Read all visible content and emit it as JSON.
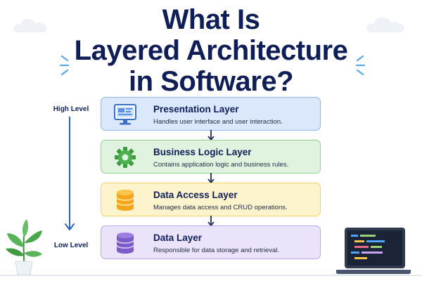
{
  "title": {
    "line1": "What Is",
    "line2": "Layered Architecture",
    "line3": "in Software?"
  },
  "levels": {
    "high": "High Level",
    "low": "Low Level"
  },
  "layers": [
    {
      "name": "Presentation Layer",
      "description": "Handles user interface and user interaction.",
      "icon": "monitor-icon",
      "fill": "#dbe8fc",
      "border": "#8fb4ec"
    },
    {
      "name": "Business Logic Layer",
      "description": "Contains application logic and business rules.",
      "icon": "gear-icon",
      "fill": "#dff3df",
      "border": "#93d193"
    },
    {
      "name": "Data Access Layer",
      "description": "Manages data access and CRUD operations.",
      "icon": "database-icon",
      "fill": "#fdf3cc",
      "border": "#f0d266"
    },
    {
      "name": "Data Layer",
      "description": "Responsible for data storage and retrieval.",
      "icon": "database-icon",
      "fill": "#ebe3f9",
      "border": "#b9a6e6"
    }
  ],
  "colors": {
    "title": "#0f1e57",
    "arrow": "#2f63b3",
    "connector": "#1d2b55"
  }
}
